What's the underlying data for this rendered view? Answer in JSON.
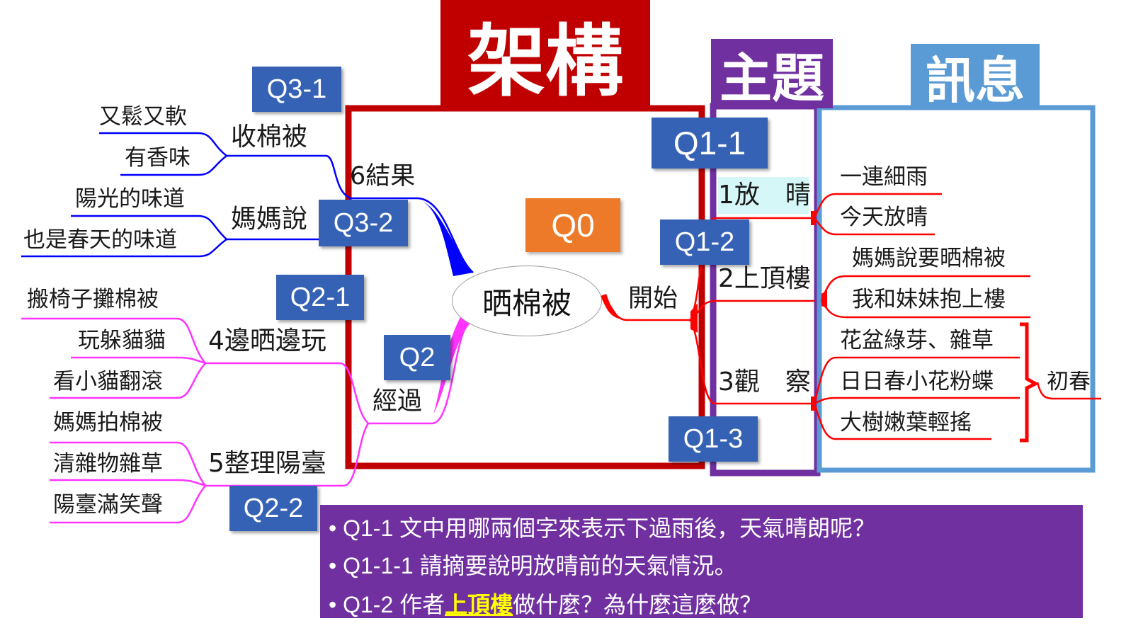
{
  "headers": {
    "structure": "架構",
    "theme": "主題",
    "message": "訊息"
  },
  "center": "晒棉被",
  "q0": "Q0",
  "tags": {
    "q1_1": "Q1-1",
    "q1_2": "Q1-2",
    "q1_3": "Q1-3",
    "q2": "Q2",
    "q2_1": "Q2-1",
    "q2_2": "Q2-2",
    "q3_1": "Q3-1",
    "q3_2": "Q3-2"
  },
  "right_branch": {
    "label": "開始",
    "items": [
      {
        "label": "1放　晴",
        "details": [
          "一連細雨",
          "今天放晴"
        ]
      },
      {
        "label": "2上頂樓",
        "details": [
          "媽媽說要晒棉被",
          "我和妹妹抱上樓"
        ]
      },
      {
        "label": "3觀　察",
        "details": [
          "花盆綠芽、雜草",
          "日日春小花粉蝶",
          "大樹嫩葉輕搖"
        ],
        "summary": "初春"
      }
    ]
  },
  "left_middle_branch": {
    "label": "經過",
    "items": [
      {
        "label": "4邊晒邊玩",
        "details": [
          "搬椅子攤棉被",
          "玩躲貓貓",
          "看小貓翻滾"
        ]
      },
      {
        "label": "5整理陽臺",
        "details": [
          "媽媽拍棉被",
          "清雜物雜草",
          "陽臺滿笑聲"
        ]
      }
    ]
  },
  "left_top_branch": {
    "label": "6結果",
    "items": [
      {
        "label": "收棉被",
        "details": [
          "又鬆又軟",
          "有香味"
        ]
      },
      {
        "label": "媽媽說",
        "details": [
          "陽光的味道",
          "也是春天的味道"
        ]
      }
    ]
  },
  "questions": [
    {
      "prefix": "Q1-1 文中用哪兩個字來表示下過雨後，天氣晴朗呢？",
      "highlight": "",
      "suffix": ""
    },
    {
      "prefix": "Q1-1-1 請摘要說明放晴前的天氣情況。",
      "highlight": "",
      "suffix": ""
    },
    {
      "prefix": "Q1-2 作者",
      "highlight": "上頂樓",
      "suffix": "做什麼？為什麼這麼做？"
    }
  ],
  "colors": {
    "structure": "#c00000",
    "theme": "#7030a0",
    "message": "#5b9bd5",
    "tag": "#3562b5",
    "q0": "#ec7a28",
    "blue_branch": "#0000ff",
    "pink_branch": "#ff33ff",
    "red_branch": "#ff0000"
  }
}
